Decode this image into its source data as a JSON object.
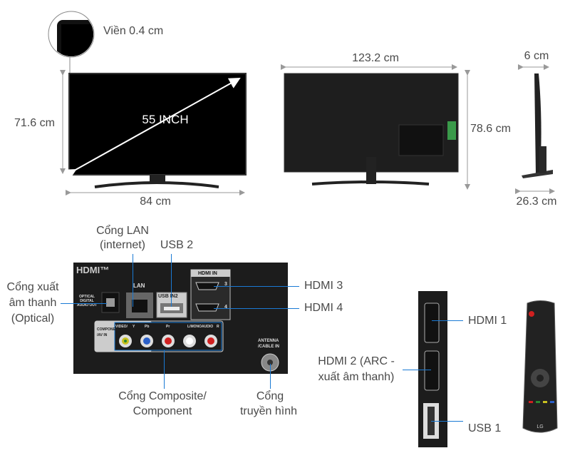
{
  "dimensions": {
    "bezel": "Viền 0.4 cm",
    "diagonal": "55 INCH",
    "front_height": "71.6 cm",
    "front_width": "84 cm",
    "back_width": "123.2 cm",
    "back_height": "78.6 cm",
    "side_depth_top": "6 cm",
    "side_depth_stand": "26.3 cm"
  },
  "rear_ports": {
    "lan_label": [
      "Cổng LAN",
      "(internet)"
    ],
    "usb2_label": "USB 2",
    "optical_label": [
      "Cổng xuất",
      "âm thanh",
      "(Optical)"
    ],
    "hdmi3_label": "HDMI 3",
    "hdmi4_label": "HDMI 4",
    "composite_label": [
      "Cổng Composite/",
      "Component"
    ],
    "antenna_label": [
      "Cổng",
      "truyền hình"
    ],
    "panel_text": {
      "hdmi_logo": "HDMI™",
      "lan": "LAN",
      "hdmi_in": "HDMI IN",
      "hdmi_3": "3",
      "hdmi_4": "4",
      "usb": "USB IN2",
      "optical": [
        "OPTICAL",
        "DIGITAL",
        "AUDIO OUT"
      ],
      "av_in": [
        "COMPONENT IN",
        "/AV IN"
      ],
      "video": "VIDEO/",
      "y": "Y",
      "pb": "Pb",
      "pr": "Pr",
      "l_mono": "L/MONO",
      "audio": "AUDIO",
      "r": "R",
      "antenna": [
        "ANTENNA",
        "/CABLE IN"
      ]
    }
  },
  "side_ports": {
    "hdmi1_label": "HDMI 1",
    "hdmi2_label": [
      "HDMI 2 (ARC -",
      "xuất âm thanh)"
    ],
    "usb1_label": "USB 1"
  },
  "colors": {
    "callout_line": "#1a7ad4",
    "tv_body": "#1c1c1c"
  }
}
